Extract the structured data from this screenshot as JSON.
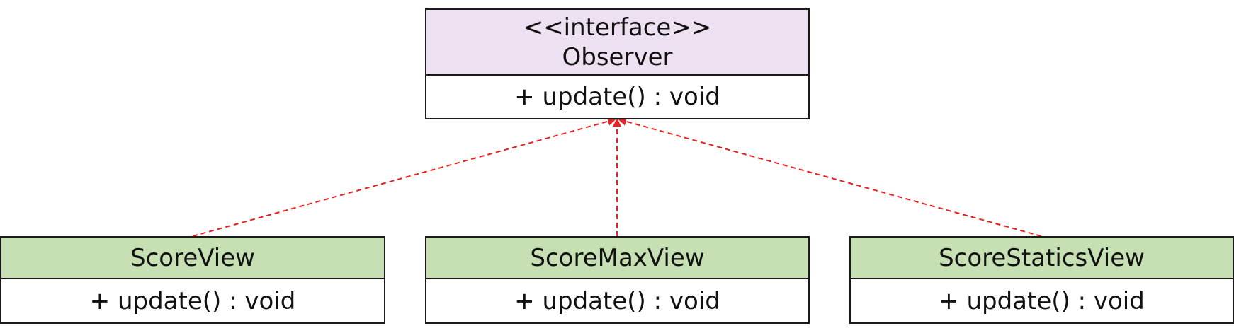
{
  "colors": {
    "interface_fill": "#ede0f1",
    "class_fill": "#c6e0b4",
    "border": "#1a1a1a",
    "connector": "#e8201e"
  },
  "interface": {
    "stereotype": "<<interface>>",
    "name": "Observer",
    "method": "+ update() : void"
  },
  "classes": [
    {
      "name": "ScoreView",
      "method": "+ update() : void"
    },
    {
      "name": "ScoreMaxView",
      "method": "+ update() : void"
    },
    {
      "name": "ScoreStaticsView",
      "method": "+ update() : void"
    }
  ],
  "relations": [
    {
      "from": "ScoreView",
      "to": "Observer",
      "type": "realization",
      "style": "dashed"
    },
    {
      "from": "ScoreMaxView",
      "to": "Observer",
      "type": "realization",
      "style": "dashed"
    },
    {
      "from": "ScoreStaticsView",
      "to": "Observer",
      "type": "realization",
      "style": "dashed"
    }
  ]
}
